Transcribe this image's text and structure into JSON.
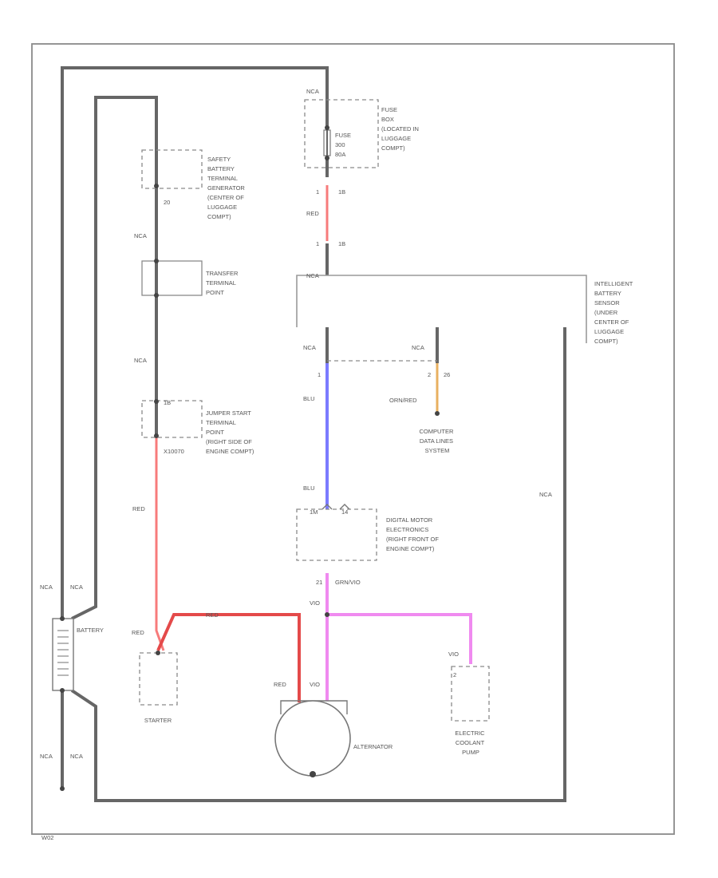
{
  "components": {
    "fuse_box": [
      "FUSE",
      "BOX",
      "(LOCATED IN",
      "LUGGAGE",
      "COMPT)"
    ],
    "fuse": [
      "FUSE",
      "300",
      "80A"
    ],
    "safety_terminal": [
      "SAFETY",
      "BATTERY",
      "TERMINAL",
      "GENERATOR",
      "(CENTER OF",
      "LUGGAGE",
      "COMPT)"
    ],
    "transfer_point": [
      "TRANSFER",
      "TERMINAL",
      "POINT"
    ],
    "jumper_start": [
      "JUMPER START",
      "TERMINAL",
      "POINT",
      "(RIGHT SIDE OF",
      "ENGINE COMPT)"
    ],
    "intelligent_sensor": [
      "INTELLIGENT",
      "BATTERY",
      "SENSOR",
      "(UNDER",
      "CENTER OF",
      "LUGGAGE",
      "COMPT)"
    ],
    "computer_data": [
      "COMPUTER",
      "DATA LINES",
      "SYSTEM"
    ],
    "dme": [
      "DIGITAL MOTOR",
      "ELECTRONICS",
      "(RIGHT FRONT OF",
      "ENGINE COMPT)"
    ],
    "battery": "BATTERY",
    "starter": "STARTER",
    "alternator": "ALTERNATOR",
    "coolant_pump": [
      "ELECTRIC",
      "COOLANT",
      "PUMP"
    ]
  },
  "wires": {
    "nca": "NCA",
    "red": "RED",
    "blu": "BLU",
    "orn_red": "ORN/RED",
    "grn_vio": "GRN/VIO",
    "vio": "VIO"
  },
  "pins": {
    "p1": "1",
    "p2": "2",
    "p20": "20",
    "p26": "26",
    "p1b": "1B",
    "p1m": "1M",
    "p14": "14",
    "p21": "21",
    "p2b": "2",
    "x10070": "X10070"
  },
  "footer": "W02"
}
